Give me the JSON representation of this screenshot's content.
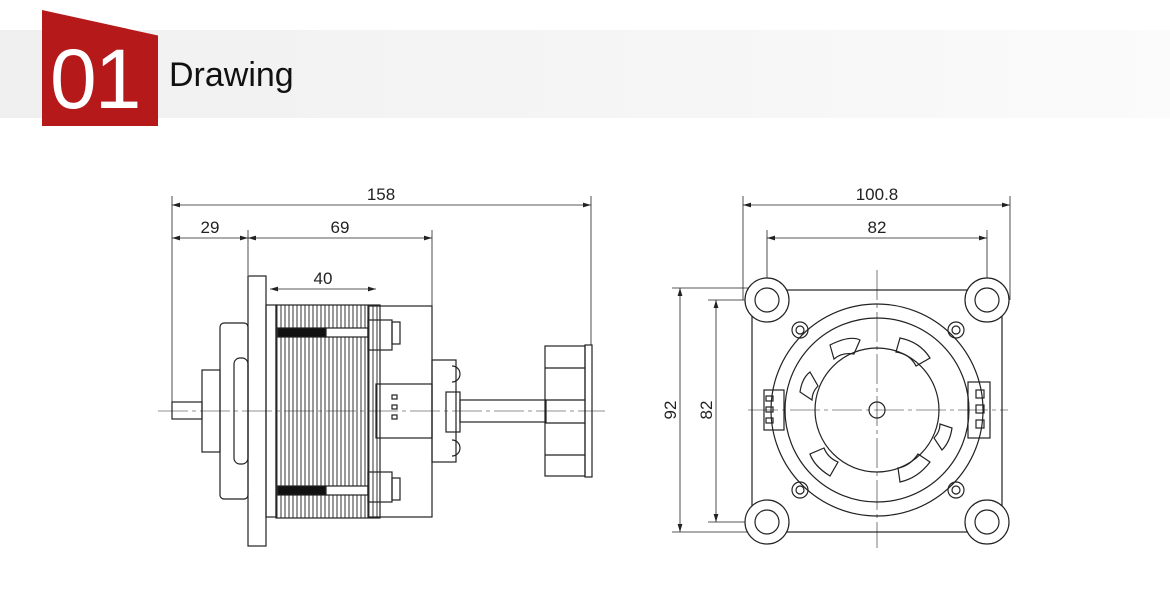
{
  "header": {
    "section_number": "01",
    "title": "Drawing",
    "accent_color": "#b5191a"
  },
  "side_view": {
    "overall_length": "158",
    "shaft_extension": "29",
    "body_length": "69",
    "stator_stack": "40"
  },
  "front_view": {
    "overall_width": "100.8",
    "hole_spacing_horizontal": "82",
    "overall_height": "92",
    "hole_spacing_vertical": "82"
  }
}
